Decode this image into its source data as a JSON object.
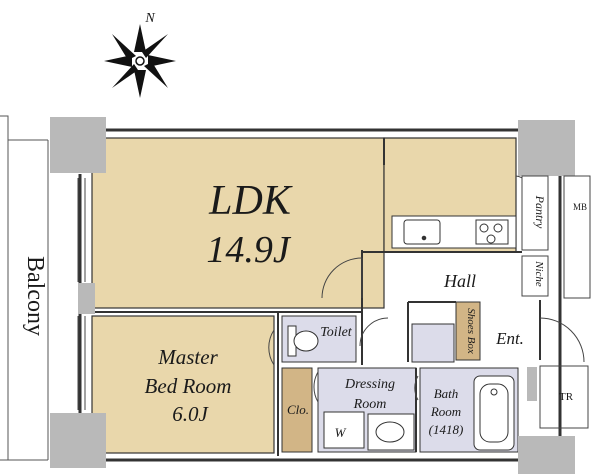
{
  "compass": {
    "north_label": "N"
  },
  "rooms": {
    "ldk": {
      "name": "LDK",
      "size": "14.9J"
    },
    "master": {
      "line1": "Master",
      "line2": "Bed Room",
      "size": "6.0J"
    },
    "balcony": "Balcony",
    "toilet": "Toilet",
    "dressing": {
      "line1": "Dressing",
      "line2": "Room"
    },
    "bath": {
      "line1": "Bath",
      "line2": "Room",
      "line3": "(1418)"
    },
    "hall": "Hall",
    "entrance": "Ent.",
    "closet": "Clo.",
    "pantry": "Pantry",
    "niche": "Niche",
    "shoes_box": "Shoes Box",
    "washer": "W",
    "mb": "MB",
    "tr": "TR"
  },
  "colors": {
    "room_fill": "#e9d7ab",
    "wet_fill": "#dcdcea",
    "closet_fill": "#d2b586",
    "column_fill": "#b9b9b9",
    "line": "#333333"
  }
}
